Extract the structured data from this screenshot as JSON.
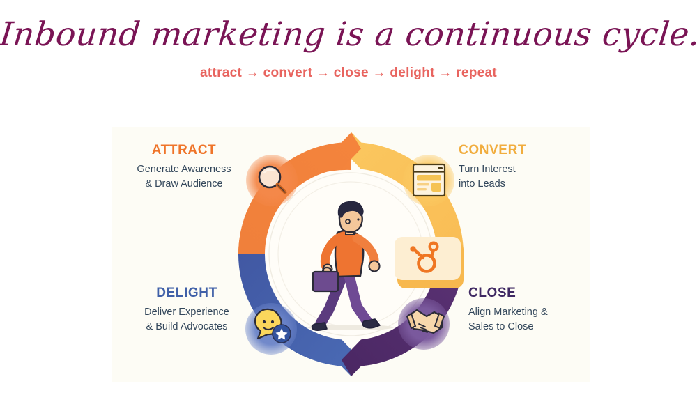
{
  "header": {
    "title": "Inbound marketing is a continuous cycle.",
    "subtitle": "attract → convert → close → delight → repeat",
    "title_color": "#7a1455",
    "subtitle_color": "#e8645f"
  },
  "diagram": {
    "panel_background": "#fdfcf5",
    "center_figure": "walking-businessman-with-briefcase",
    "brand_logo": "hubspot-sprocket-logo",
    "stages": [
      {
        "id": "attract",
        "heading": "ATTRACT",
        "description_line1": "Generate Awareness",
        "description_line2": "& Draw Audience",
        "color": "#ef7429",
        "icon": "magnifying-glass-icon",
        "position": "top-left"
      },
      {
        "id": "convert",
        "heading": "CONVERT",
        "description_line1": "Turn Interest",
        "description_line2": "into Leads",
        "color": "#f9c35c",
        "heading_color": "#f1ad3e",
        "icon": "browser-form-icon",
        "position": "top-right"
      },
      {
        "id": "close",
        "heading": "CLOSE",
        "description_line1": "Align Marketing &",
        "description_line2": "Sales to Close",
        "color": "#4e2a6e",
        "heading_color": "#3f2963",
        "icon": "handshake-icon",
        "position": "bottom-right"
      },
      {
        "id": "delight",
        "heading": "DELIGHT",
        "description_line1": "Deliver Experience",
        "description_line2": "& Build Advocates",
        "color": "#4060a8",
        "heading_color": "#4060a8",
        "icon": "smiley-speech-bubble-star-icon",
        "position": "bottom-left"
      }
    ]
  }
}
